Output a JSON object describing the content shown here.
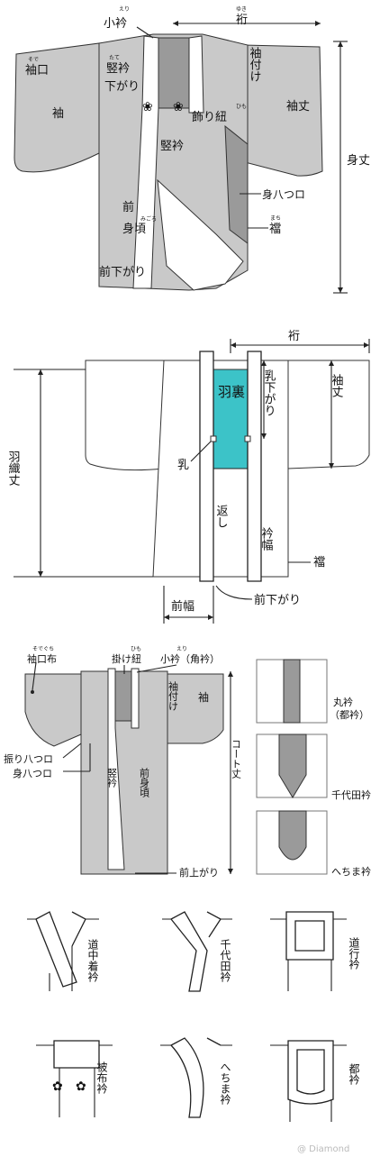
{
  "kimono": {
    "kosode_label": "小衿",
    "kosode_ruby": "えり",
    "yuki_label": "裄",
    "yuki_ruby": "ゆき",
    "sodetsuke_label": "袖付け",
    "sodeguchi_label": "袖口",
    "sodeguchi_ruby": "そで",
    "tatemae_label": "竪衿",
    "tatemae_ruby": "たて",
    "sagari_label": "下がり",
    "sode_label": "袖",
    "sodetake_label": "袖丈",
    "kazarihimo_label": "飾り紐",
    "kazarihimo_ruby": "ひも",
    "tateeri_label": "竪衿",
    "mitake_label": "身丈",
    "miyatsu_label": "身八つロ",
    "mae_label": "前",
    "mimigoro_label": "身頃",
    "mimigoro_ruby": "みごろ",
    "machi_label": "襠",
    "machi_ruby": "まち",
    "maesagari_label": "前下がり"
  },
  "haori": {
    "yuki_label": "裄",
    "haura_label": "羽裏",
    "chisagari_label": "乳下がり",
    "sodetake_label": "袖丈",
    "haoritake_label": "羽織丈",
    "chi_label": "乳",
    "kaeshi_label": "返し",
    "eriHaba_label": "衿幅",
    "machi_label": "襠",
    "maehaba_label": "前幅",
    "maesagari_label": "前下がり"
  },
  "coat": {
    "sodeguchinuno_label": "袖口布",
    "sodeguchinuno_ruby": "そでぐち",
    "kakehimo_label": "掛け紐",
    "kakehimo_ruby": "ひも",
    "kosode_label": "小衿（角衿）",
    "kosode_ruby": "えり",
    "sodetsuke_label": "袖付け",
    "sode_label": "袖",
    "furiyatsu_label": "振り八つロ",
    "miyatsu_label": "身八つロ",
    "tateeri_label": "竪衿",
    "maemigoro_label": "前身頃",
    "coattake_label": "コート丈",
    "maeagari_label": "前上がり",
    "maru_label": "丸衿",
    "miyako_sub_label": "（都衿）",
    "chiyoda_label": "千代田衿",
    "hechima_label": "へちま衿"
  },
  "collars": {
    "douchuugi_label": "道中着衿",
    "chiyoda_label": "千代田衿",
    "douyuki_label": "道行衿",
    "hifu_label": "被布衿",
    "hechima_label": "へちま衿",
    "miyako_label": "都衿"
  },
  "watermark": "@ Diamond"
}
